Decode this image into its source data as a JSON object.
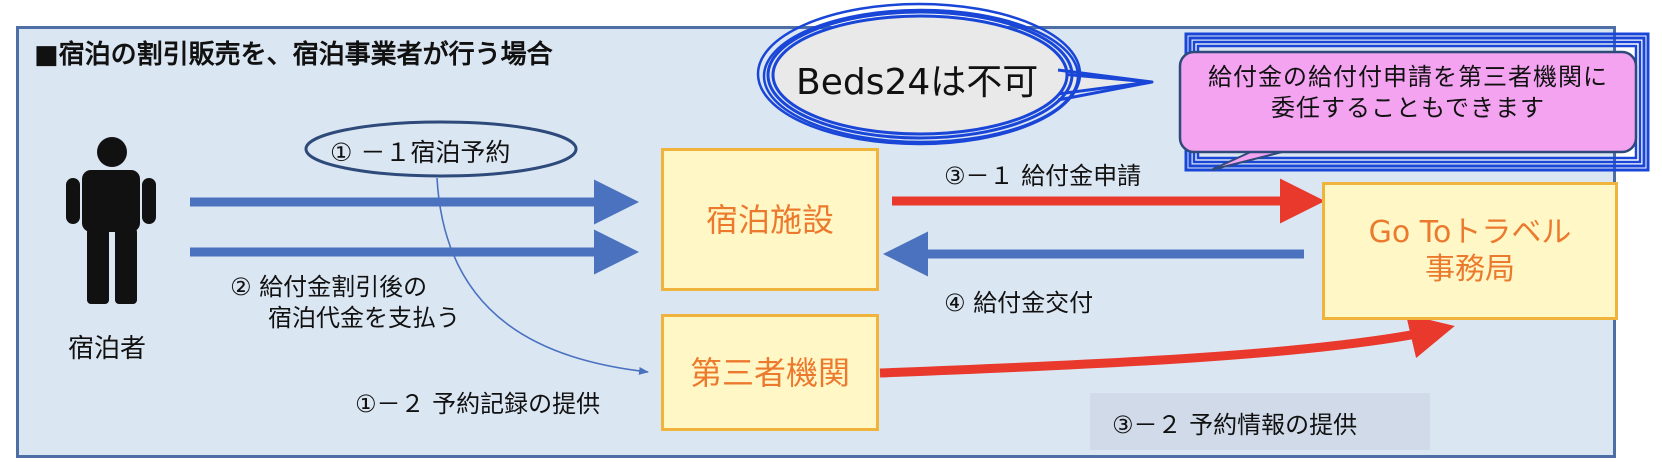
{
  "title": "■宿泊の割引販売を、宿泊事業者が行う場合",
  "person_label": "宿泊者",
  "boxes": {
    "hotel": "宿泊施設",
    "third_party": "第三者機関",
    "goto_line1": "Go Toトラベル",
    "goto_line2": "事務局"
  },
  "labels": {
    "reservation": "① －１宿泊予約",
    "payment_line1": "② 給付金割引後の",
    "payment_line2": "宿泊代金を支払う",
    "record": "①－２ 予約記録の提供",
    "apply": "③－１ 給付金申請",
    "grant": "④ 給付金交付",
    "info": "③－２ 予約情報の提供"
  },
  "callouts": {
    "beds": "Beds24は不可",
    "delegate": "給付金の給付付申請を第三者機関に委任することもできます"
  },
  "colors": {
    "frame_bg": "#dbe6f3",
    "blue_arrow": "#4a72bf",
    "red_arrow": "#e8392c",
    "box_fill": "#fff8c6",
    "box_border": "#f0b43c",
    "box_text": "#ec7a2e",
    "callout_pink": "#f3a3f0",
    "scribble_blue": "#1a46d8"
  }
}
